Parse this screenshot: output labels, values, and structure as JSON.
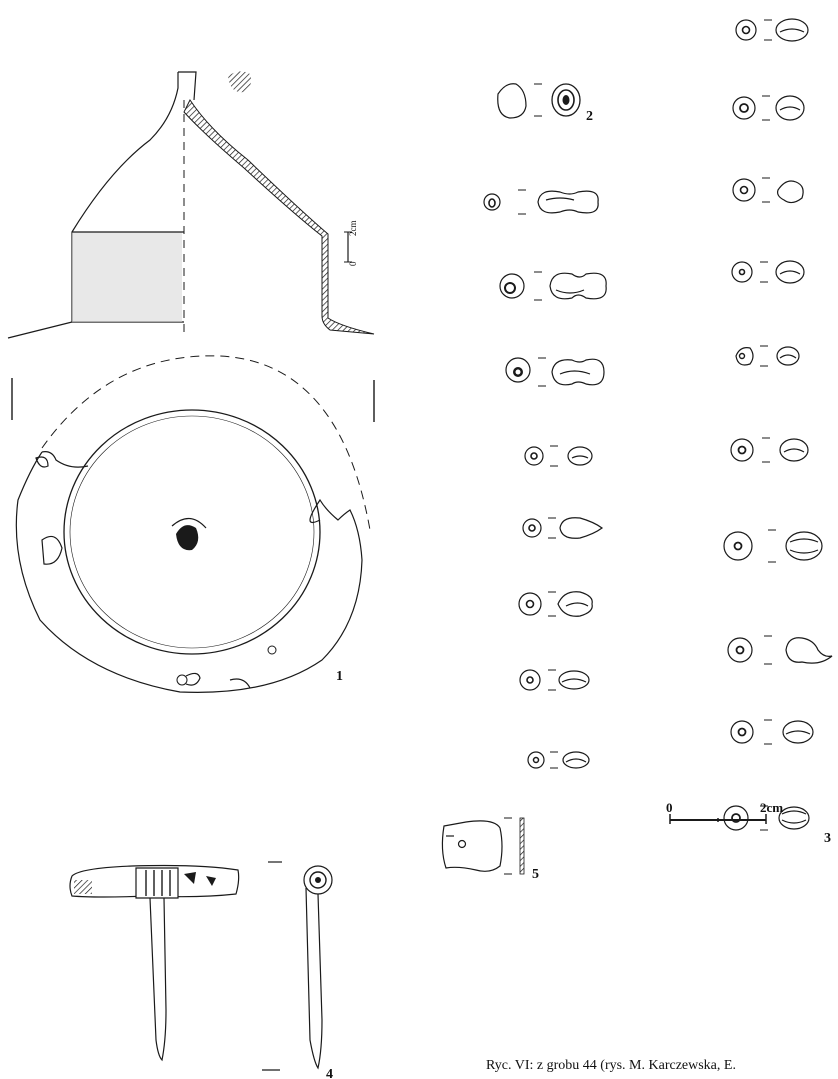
{
  "labels": {
    "item_1": "1",
    "item_2": "2",
    "item_3": "3",
    "item_4": "4",
    "item_5": "5"
  },
  "scale_bar_large": {
    "start": "0",
    "end": "2cm"
  },
  "scale_bar_small": {
    "start": "0",
    "end": "2cm"
  },
  "caption": "Ryc. VI: z grobu 44 (rys. M. Karczewska, E."
}
